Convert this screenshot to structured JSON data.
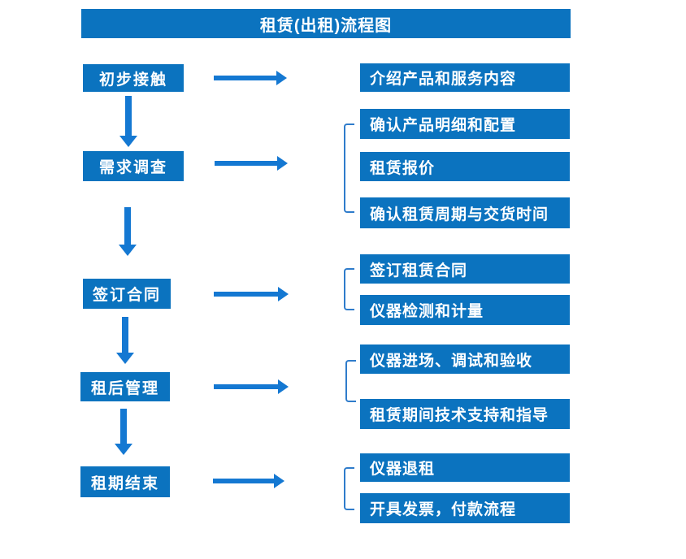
{
  "title": "租赁(出租)流程图",
  "colors": {
    "box": "#0b73bf",
    "arrow": "#1478d2",
    "bracket": "#2f7ccb",
    "text": "#ffffff"
  },
  "steps": [
    {
      "label": "初步接触"
    },
    {
      "label": "需求调查"
    },
    {
      "label": "签订合同"
    },
    {
      "label": "租后管理"
    },
    {
      "label": "租期结束"
    }
  ],
  "details": [
    "介绍产品和服务内容",
    "确认产品明细和配置",
    "租赁报价",
    "确认租赁周期与交货时间",
    "签订租赁合同",
    "仪器检测和计量",
    "仪器进场、调试和验收",
    "租赁期间技术支持和指导",
    "仪器退租",
    "开具发票，付款流程"
  ]
}
